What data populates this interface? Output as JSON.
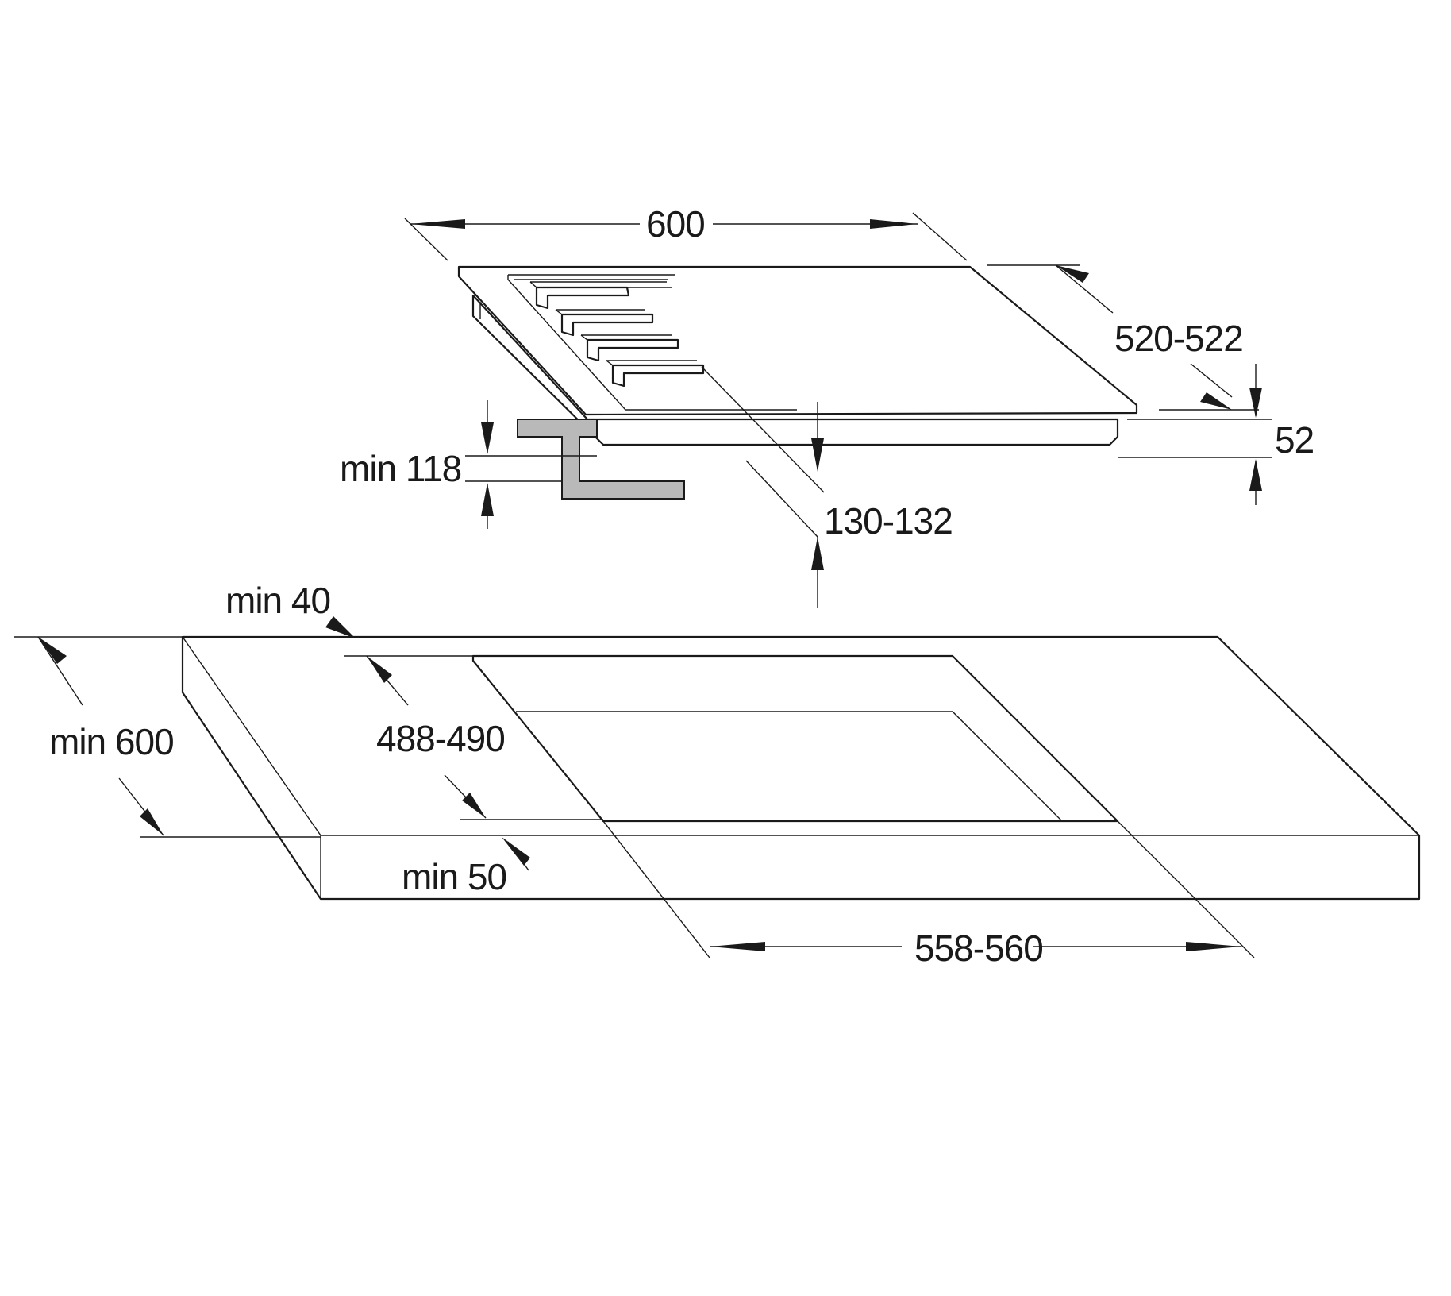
{
  "dimensions": {
    "hob_width": "600",
    "hob_depth": "520-522",
    "hob_height": "52",
    "min_118": "min 118",
    "depth_130": "130-132",
    "min_40": "min 40",
    "min_600": "min 600",
    "cutout_depth": "488-490",
    "min_50": "min 50",
    "cutout_width": "558-560"
  },
  "colors": {
    "line": "#1a1a1a",
    "bracket_fill": "#b9b9b9",
    "background": "#ffffff"
  }
}
